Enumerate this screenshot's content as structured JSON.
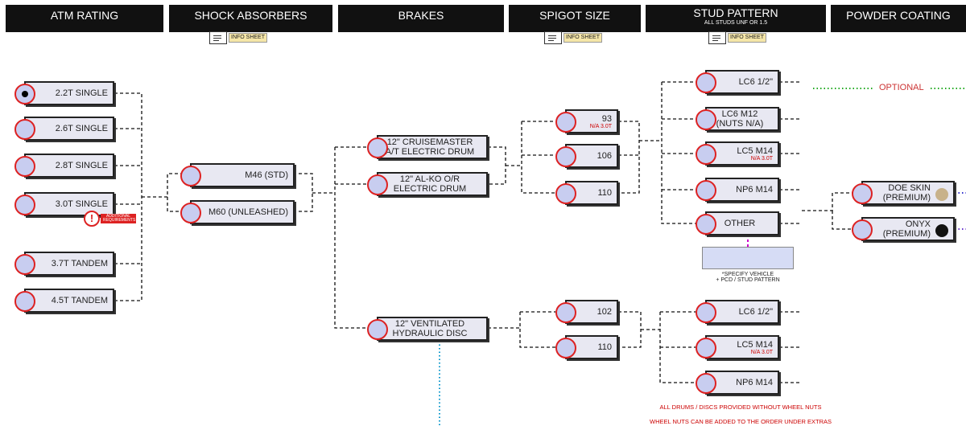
{
  "headers": [
    "ATM RATING",
    "SHOCK ABSORBERS",
    "BRAKES",
    "SPIGOT SIZE",
    "STUD PATTERN",
    "POWDER COATING"
  ],
  "stud_sub": "ALL STUDS UNF OR 1.5",
  "info_label": "INFO SHEET",
  "atm": [
    "2.2T SINGLE",
    "2.6T SINGLE",
    "2.8T SINGLE",
    "3.0T SINGLE",
    "3.7T TANDEM",
    "4.5T TANDEM"
  ],
  "warn_text": "ADDITIONAL REQUIREMENTS",
  "shocks": [
    "M46 (STD)",
    "M60 (UNLEASHED)"
  ],
  "brakes": {
    "b1": [
      "12\" CRUISEMASTER",
      "A/T ELECTRIC DRUM"
    ],
    "b2": [
      "12\" AL-KO O/R",
      "ELECTRIC DRUM"
    ],
    "b3": [
      "12\" VENTILATED",
      "HYDRAULIC DISC"
    ]
  },
  "spigot": {
    "s93": "93",
    "s93_na": "N/A 3.0T",
    "s106": "106",
    "s110a": "110",
    "s102": "102",
    "s110b": "110"
  },
  "stud": {
    "lc6a": "LC6 1/2\"",
    "lc6m12": "LC6 M12",
    "lc6m12_sub": "(NUTS N/A)",
    "lc5a": "LC5 M14",
    "lc5a_na": "N/A 3.0T",
    "np6a": "NP6 M14",
    "other": "OTHER",
    "lc6b": "LC6 1/2\"",
    "lc5b": "LC5 M14",
    "lc5b_na": "N/A 3.0T",
    "np6b": "NP6 M14"
  },
  "specify_note": [
    "*SPECIFY VEHICLE",
    "+ PCD / STUD PATTERN"
  ],
  "optional": "OPTIONAL",
  "powder": [
    {
      "name": "DOE SKIN",
      "sub": "(PREMIUM)",
      "color": "#c8b28a"
    },
    {
      "name": "ONYX",
      "sub": "(PREMIUM)",
      "color": "#111111"
    }
  ],
  "footer": [
    "ALL DRUMS / DISCS PROVIDED WITHOUT WHEEL NUTS",
    "WHEEL NUTS CAN BE ADDED TO THE ORDER UNDER EXTRAS"
  ]
}
